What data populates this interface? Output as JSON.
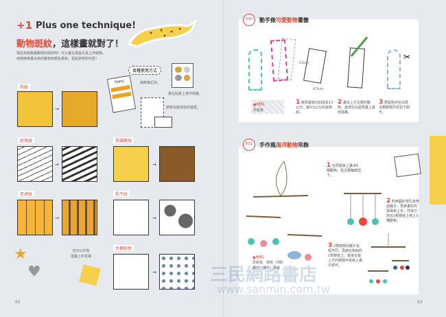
{
  "left": {
    "badge": "+1",
    "heading": "Plus one technique!",
    "title_red": "動物斑紋",
    "title_rest": "，這樣畫就對了！",
    "intro": [
      "現在來挑戰畫動物的斑紋吧！可以畫在素面文具上作裝飾。",
      "用擦擦筆畫出來的動物紋顏色柔和，看起來特別可愛！"
    ],
    "uses_label": "各種使用方式",
    "uses": [
      "裝飾筆記本。",
      "畫在貼紙上當作標籤。",
      "裝飾信紙與信封邊框。"
    ],
    "notebook_text": "Diary",
    "patterns": [
      {
        "name": "豹紋",
        "colors": [
          "#f3c33a",
          "#e7a92a"
        ]
      },
      {
        "name": "斑馬紋",
        "colors": [
          "#ffffff",
          "#ffffff"
        ]
      },
      {
        "name": "長頸鹿紋",
        "colors": [
          "#f6d04a",
          "#8a5a2b"
        ]
      },
      {
        "name": "老虎紋",
        "colors": [
          "#f3b63a",
          "#e9a52e"
        ]
      },
      {
        "name": "乳牛紋",
        "colors": [
          "#ffffff",
          "#ffffff"
        ]
      },
      {
        "name": "大麥町紋",
        "colors": [
          "#ffffff",
          "#ffffff"
        ]
      }
    ],
    "illustration_note": [
      "也可以作為",
      "插畫上的花樣"
    ],
    "page_number": "62"
  },
  "right": {
    "sec1": {
      "page_ref": "P.50",
      "title_parts": [
        "動手做",
        "可愛動物",
        "書籤"
      ],
      "materials_label": "◆材料",
      "materials": "厚紙板",
      "dims": [
        "13cm",
        "4.5cm"
      ],
      "steps": [
        {
          "n": "1",
          "text": "將厚紙板切割成長13公分、寬4.5公分的長條狀。"
        },
        {
          "n": "2",
          "text": "畫出上方主要的動物，其他空白處再畫上其他插畫。"
        },
        {
          "n": "3",
          "text": "預留些許空白再沿著動物外形剪下即可。"
        }
      ]
    },
    "sec2": {
      "page_ref": "P.51",
      "title_parts": [
        "手作風",
        "海洋動物",
        "吊飾"
      ],
      "materials_label": "◆材料",
      "materials": [
        "厚紙板、樹枝（3根）",
        "繩子、鑽子、珠珠"
      ],
      "steps": [
        {
          "n": "1",
          "text": "在厚紙板上畫出6種動物，並沿著輪廓剪下。"
        },
        {
          "n": "2",
          "text": "利用圓釘穿孔後穿過繩子，再將畫好的珠珠串上去，然後分別在2根樹枝上綁上3種動物。"
        },
        {
          "n": "3",
          "text": "2根樹枝的繩子長短不同，再綁在剩餘的1根樹枝上，最後在最上方的樹枝中央綁上繩子即可。"
        }
      ]
    },
    "watermark": {
      "name": "三民網路書店",
      "url": "www.sanmin.com.tw"
    },
    "page_number": "63"
  },
  "colors": {
    "accent": "#e5483a",
    "page": "#e6eaee"
  }
}
